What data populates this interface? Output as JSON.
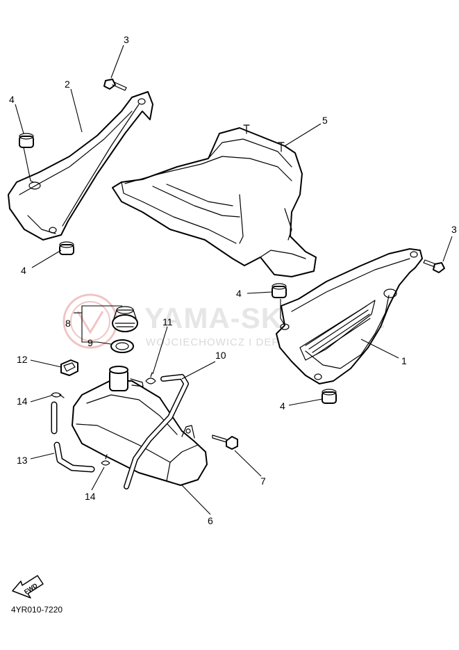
{
  "watermark": {
    "brand": "YAMA-SKLEP.PL",
    "subtitle": "WOJCIECHOWICZ I DEPTA YAMAHA",
    "accent_color": "#e8a8a8"
  },
  "diagram_code": "4YR010-7220",
  "direction_label": "FWD",
  "callouts": {
    "c1": "1",
    "c2": "2",
    "c3a": "3",
    "c3b": "3",
    "c4a": "4",
    "c4b": "4",
    "c4c": "4",
    "c4d": "4",
    "c5": "5",
    "c6": "6",
    "c7": "7",
    "c8": "8",
    "c9": "9",
    "c10": "10",
    "c11": "11",
    "c12": "12",
    "c13": "13",
    "c14a": "14",
    "c14b": "14"
  }
}
